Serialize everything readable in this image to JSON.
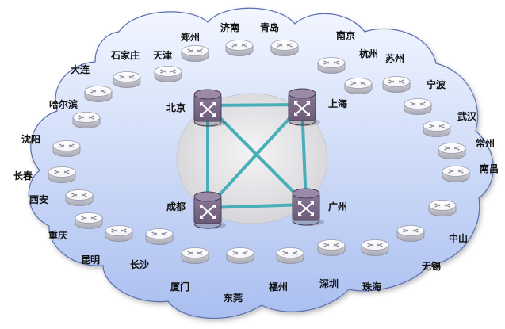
{
  "colors": {
    "cloud_top": "#f2f6ff",
    "cloud_bottom": "#aabff0",
    "cloud_stroke": "#5b6fb0",
    "core_fill": "#d4d4d8",
    "link": "#48aeb8",
    "router_top": "#f4f4f8",
    "router_side": "#a8a8b4",
    "core_router": "#6a5a78"
  },
  "core_nodes": [
    {
      "id": "beijing",
      "label": "北京"
    },
    {
      "id": "shanghai",
      "label": "上海"
    },
    {
      "id": "chengdu",
      "label": "成都"
    },
    {
      "id": "guangzhou",
      "label": "广州"
    }
  ],
  "core_links": [
    [
      "beijing",
      "shanghai"
    ],
    [
      "beijing",
      "chengdu"
    ],
    [
      "beijing",
      "guangzhou"
    ],
    [
      "shanghai",
      "chengdu"
    ],
    [
      "shanghai",
      "guangzhou"
    ],
    [
      "chengdu",
      "guangzhou"
    ]
  ],
  "edge_nodes": [
    {
      "id": "dalian",
      "label": "大连"
    },
    {
      "id": "shijiazhuang",
      "label": "石家庄"
    },
    {
      "id": "tianjin",
      "label": "天津"
    },
    {
      "id": "zhengzhou",
      "label": "郑州"
    },
    {
      "id": "jinan",
      "label": "济南"
    },
    {
      "id": "qingdao",
      "label": "青岛"
    },
    {
      "id": "nanjing",
      "label": "南京"
    },
    {
      "id": "hangzhou",
      "label": "杭州"
    },
    {
      "id": "suzhou",
      "label": "苏州"
    },
    {
      "id": "ningbo",
      "label": "宁波"
    },
    {
      "id": "wuhan",
      "label": "武汉"
    },
    {
      "id": "changzhou",
      "label": "常州"
    },
    {
      "id": "nanchang",
      "label": "南昌"
    },
    {
      "id": "zhongshan",
      "label": "中山"
    },
    {
      "id": "wuxi",
      "label": "无锡"
    },
    {
      "id": "zhuhai",
      "label": "珠海"
    },
    {
      "id": "shenzhen",
      "label": "深圳"
    },
    {
      "id": "fuzhou",
      "label": "福州"
    },
    {
      "id": "dongguan",
      "label": "东莞"
    },
    {
      "id": "xiamen",
      "label": "厦门"
    },
    {
      "id": "changsha",
      "label": "长沙"
    },
    {
      "id": "kunming",
      "label": "昆明"
    },
    {
      "id": "chongqing",
      "label": "重庆"
    },
    {
      "id": "xian",
      "label": "西安"
    },
    {
      "id": "changchun",
      "label": "长春"
    },
    {
      "id": "shenyang",
      "label": "沈阳"
    },
    {
      "id": "harbin",
      "label": "哈尔滨"
    }
  ]
}
